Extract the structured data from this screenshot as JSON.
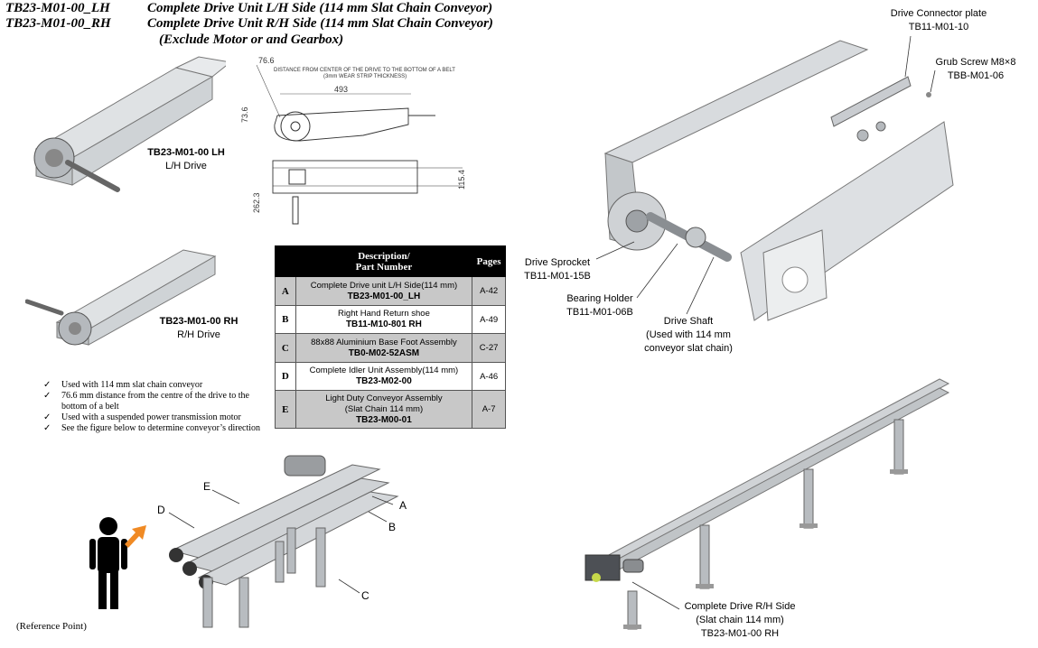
{
  "header": {
    "rows": [
      {
        "code": "TB23-M01-00_LH",
        "desc": "Complete Drive Unit L/H Side (114 mm Slat Chain Conveyor)"
      },
      {
        "code": "TB23-M01-00_RH",
        "desc": "Complete Drive Unit R/H Side (114 mm Slat Chain Conveyor)"
      }
    ],
    "note": "(Exclude Motor or and Gearbox)"
  },
  "drives": {
    "lh": {
      "code": "TB23-M01-00 LH",
      "name": "L/H Drive"
    },
    "rh": {
      "code": "TB23-M01-00 RH",
      "name": "R/H Drive"
    }
  },
  "drawing": {
    "dim_766": "76.6",
    "note_line1": "DISTANCE FROM CENTER OF THE DRIVE TO THE BOTTOM OF A BELT",
    "note_line2": "(3mm WEAR STRIP THICKNESS)",
    "dim_493": "493",
    "dim_736": "73.6",
    "dim_2623": "262.3",
    "dim_154": "115.4"
  },
  "table": {
    "head_desc_l1": "Description/",
    "head_desc_l2": "Part Number",
    "head_pages": "Pages",
    "rows": [
      {
        "letter": "A",
        "desc": "Complete Drive unit L/H Side(114 mm)",
        "part": "TB23-M01-00_LH",
        "page": "A-42"
      },
      {
        "letter": "B",
        "desc": "Right Hand Return shoe",
        "part": "TB11-M10-801 RH",
        "page": "A-49"
      },
      {
        "letter": "C",
        "desc": "88x88 Aluminium Base Foot Assembly",
        "part": "TB0-M02-52ASM",
        "page": "C-27"
      },
      {
        "letter": "D",
        "desc": "Complete Idler Unit Assembly(114 mm)",
        "part": "TB23-M02-00",
        "page": "A-46"
      },
      {
        "letter": "E",
        "desc": "Light Duty Conveyor  Assembly",
        "desc2": "(Slat Chain 114 mm)",
        "part": "TB23-M00-01",
        "page": "A-7"
      }
    ]
  },
  "notes": [
    "Used with 114 mm slat chain  conveyor",
    "76.6 mm distance from the centre of the drive to the bottom of  a belt",
    "Used with a suspended power transmission motor",
    "See the figure below to determine conveyor’s direction"
  ],
  "reference_point": "(Reference Point)",
  "callouts_assembly": {
    "a": "A",
    "b": "B",
    "c": "C",
    "d": "D",
    "e": "E"
  },
  "exploded": {
    "connector_plate": {
      "name": "Drive Connector plate",
      "code": "TB11-M01-10"
    },
    "grub_screw": {
      "name": "Grub Screw M8×8",
      "code": "TBB-M01-06"
    },
    "sprocket": {
      "name": "Drive Sprocket",
      "code": "TB11-M01-15B"
    },
    "bearing": {
      "name": "Bearing Holder",
      "code": "TB11-M01-06B"
    },
    "shaft": {
      "name": "Drive Shaft",
      "line2": "(Used with 114 mm",
      "line3": "conveyor slat chain)"
    }
  },
  "conveyor_label": {
    "line1": "Complete Drive R/H Side",
    "line2": "(Slat chain 114 mm)",
    "line3": "TB23-M01-00 RH"
  },
  "colors": {
    "table_header": "#000000",
    "table_shade": "#c8c8c8",
    "metal": "#d4d7da",
    "arrow": "#f08a24"
  }
}
